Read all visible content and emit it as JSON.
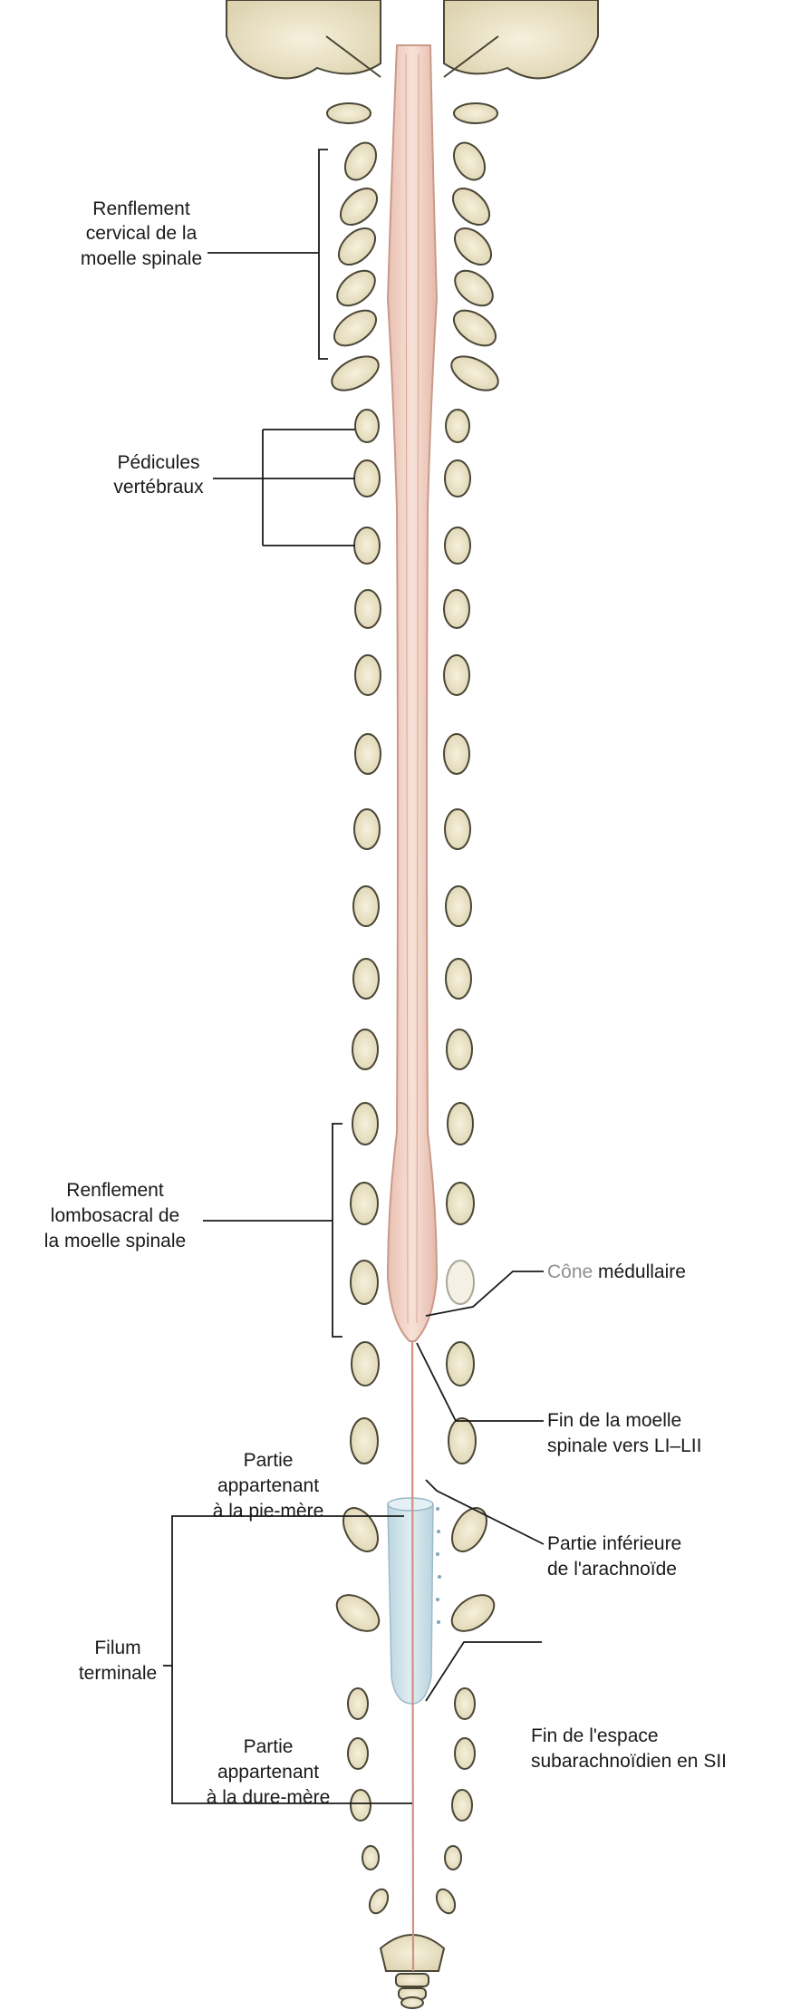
{
  "labels": {
    "renflement_cervical": [
      "Renflement",
      "cervical de la",
      "moelle spinale"
    ],
    "pedicules": [
      "Pédicules",
      "vertébraux"
    ],
    "renflement_lombosacral": [
      "Renflement",
      "lombosacral de",
      "la moelle spinale"
    ],
    "cone_medullaire": {
      "part1": "Cône",
      "part2": "médullaire"
    },
    "fin_moelle": [
      "Fin de la moelle",
      "spinale vers LI–LII"
    ],
    "partie_pie_mere": [
      "Partie",
      "appartenant",
      "à la pie-mère"
    ],
    "partie_inferieure_arachnoide": [
      "Partie inférieure",
      "de l'arachnoïde"
    ],
    "filum_terminale": [
      "Filum",
      "terminale"
    ],
    "partie_dure_mere": [
      "Partie",
      "appartenant",
      "à la dure-mère"
    ],
    "fin_espace_subarachnoidien": [
      "Fin de l'espace",
      "subarachnoïdien en SII"
    ]
  },
  "colors": {
    "spinal_cord": "#f2d5c8",
    "spinal_cord_outline": "#c99a8a",
    "bone": "#efe9d2",
    "bone_outline": "#4a4636",
    "arachnoid_sac": "#cfe2ea",
    "label_text": "#1a1a1a",
    "label_gray": "#8f8f8f"
  }
}
